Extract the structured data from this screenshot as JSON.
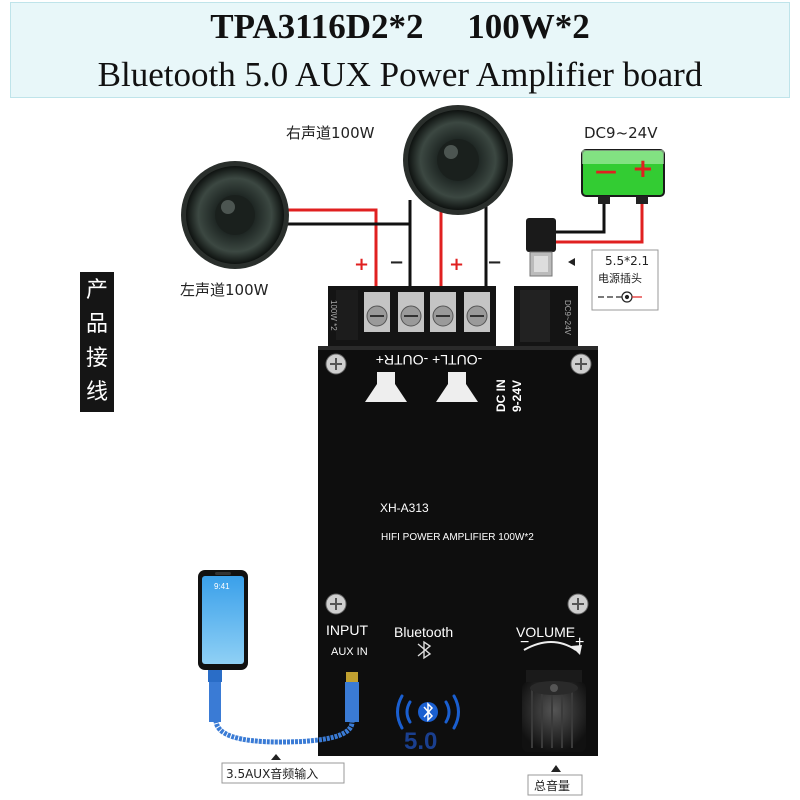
{
  "header": {
    "title": "TPA3116D2*2     100W*2",
    "subtitle": "Bluetooth 5.0 AUX Power Amplifier board"
  },
  "side_tag": [
    "产",
    "品",
    "接",
    "线"
  ],
  "labels": {
    "right_channel": "右声道100W",
    "left_channel": "左声道100W",
    "dc_voltage": "DC9~24V",
    "plug_spec": "5.5*2.1",
    "plug_name": "电源插头",
    "aux_input": "3.5AUX音频输入",
    "master_volume": "总音量"
  },
  "battery": {
    "minus": "—",
    "plus": "+"
  },
  "terminal_signs": [
    "+",
    "−",
    "+",
    "−"
  ],
  "board": {
    "out_label": "-OUTL+  -OUTR+",
    "dc_in_1": "DC IN",
    "dc_in_2": "9-24V",
    "model": "XH-A313",
    "tagline": "HIFI POWER AMPLIFIER 100W*2",
    "input": "INPUT",
    "aux_in": "AUX IN",
    "bluetooth": "Bluetooth",
    "volume": "VOLUME",
    "vol_minus": "−",
    "vol_plus": "+",
    "terminal_side": "100W *2",
    "dc_side": "DC9~24V"
  },
  "phone": {
    "time": "9:41"
  },
  "bt_badge": {
    "version": "5.0"
  },
  "colors": {
    "header_bg": "#e8f7f9",
    "battery_green": "#33cc33",
    "wire_red": "#e02020",
    "cable_blue": "#3a7bd5"
  }
}
